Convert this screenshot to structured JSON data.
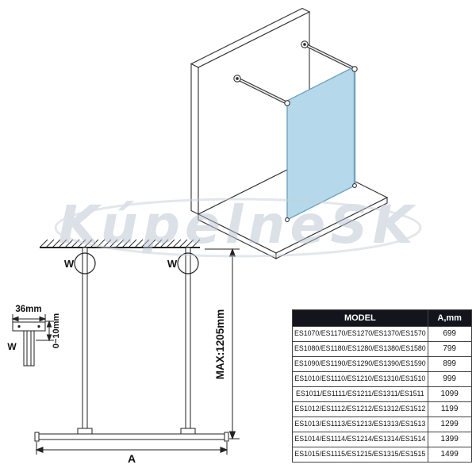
{
  "watermark": {
    "text": "KúpelneSK"
  },
  "top_view": {
    "wall_detail_label_left": "W",
    "wall_detail_label_right": "W",
    "max_length_dim": "MAX:1205mm",
    "width_dim": "A"
  },
  "detail_view": {
    "bracket_width_dim": "36mm",
    "adjust_range_dim": "0~10mm",
    "detail_label": "W"
  },
  "table": {
    "headers": {
      "model": "MODEL",
      "a": "A,mm"
    },
    "rows": [
      {
        "model": "ES1070/ES1170/ES1270/ES1370/ES1570",
        "a_mm": "699"
      },
      {
        "model": "ES1080/ES1180/ES1280/ES1380/ES1580",
        "a_mm": "799"
      },
      {
        "model": "ES1090/ES1190/ES1290/ES1390/ES1590",
        "a_mm": "899"
      },
      {
        "model": "ES1010/ES1110/ES1210/ES1310/ES1510",
        "a_mm": "999"
      },
      {
        "model": "ES1011/ES1111/ES1211/ES1311/ES1511",
        "a_mm": "1099"
      },
      {
        "model": "ES1012/ES1112/ES1212/ES1312/ES1512",
        "a_mm": "1199"
      },
      {
        "model": "ES1013/ES1113/ES1213/ES1313/ES1513",
        "a_mm": "1299"
      },
      {
        "model": "ES1014/ES1114/ES1214/ES1314/ES1514",
        "a_mm": "1399"
      },
      {
        "model": "ES1015/ES1115/ES1215/ES1315/ES1515",
        "a_mm": "1499"
      }
    ]
  },
  "colors": {
    "glass_fill": "#b5d8ea",
    "glass_edge": "#6fa3c0",
    "drawing_line": "#333333",
    "watermark": "#bac4d3",
    "table_header_bg": "#14141c"
  }
}
